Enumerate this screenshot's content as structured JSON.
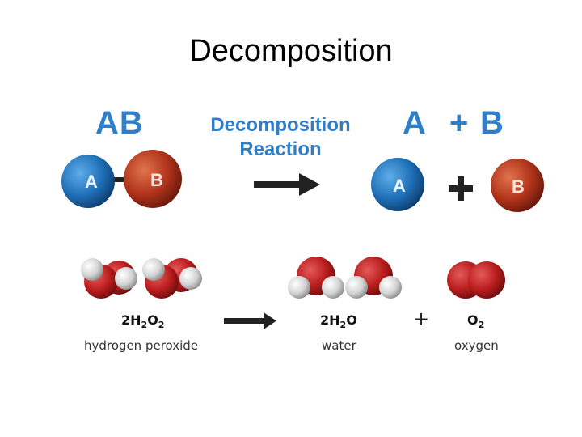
{
  "title": "Decomposition",
  "top": {
    "reactant": "AB",
    "reaction_label_line1": "Decomposition",
    "reaction_label_line2": "Reaction",
    "product_a": "A",
    "plus": "+",
    "product_b": "B",
    "atom_a": "A",
    "atom_b": "B"
  },
  "bottom": {
    "reactant_coef": "2H",
    "reactant_sub1": "2",
    "reactant_o": "O",
    "reactant_sub2": "2",
    "reactant_name": "hydrogen peroxide",
    "water_coef": "2H",
    "water_sub": "2",
    "water_o": "O",
    "water_name": "water",
    "plus": "+",
    "oxygen_o": "O",
    "oxygen_sub": "2",
    "oxygen_name": "oxygen"
  },
  "colors": {
    "blue_atom": "#1f6fb8",
    "red_atom": "#b0331a",
    "text_blue": "#2f7fc8",
    "oxygen_red": "#b91c1c",
    "hydrogen_gray": "#d4d4d4"
  }
}
